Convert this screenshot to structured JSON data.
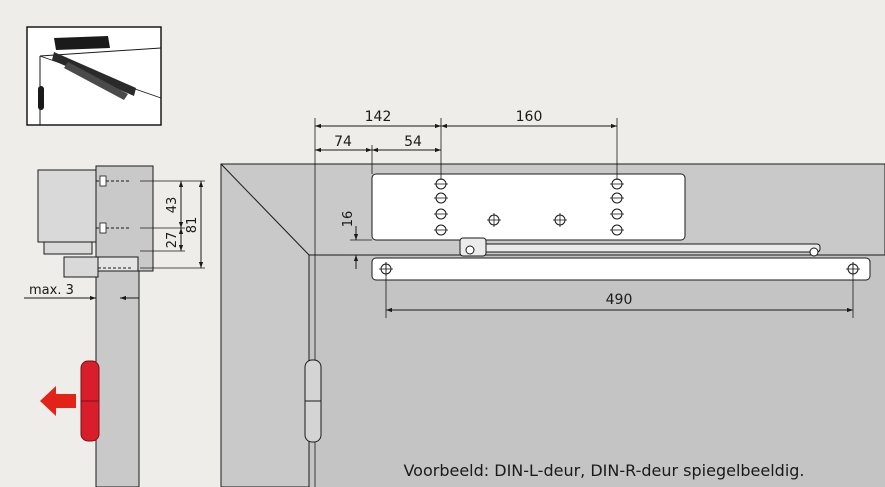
{
  "colors": {
    "background": "#eeede9",
    "panel": "#c9c9c9",
    "line": "#1a1a1a",
    "hinge_red": "#d81e2a",
    "arrow_red": "#e2231a",
    "thumbnail_bg": "#ffffff"
  },
  "dimensions": {
    "d142": "142",
    "d160": "160",
    "d74": "74",
    "d54": "54",
    "d16": "16",
    "d490": "490",
    "d43": "43",
    "d27": "27",
    "d81": "81",
    "max3": "max. 3"
  },
  "caption": "Voorbeeld: DIN-L-deur, DIN-R-deur spiegelbeeldig.",
  "icons": {
    "thumbnail": "door-closer-thumbnail",
    "direction_arrow": "arrow-left-icon",
    "hinge": "hinge-icon"
  }
}
